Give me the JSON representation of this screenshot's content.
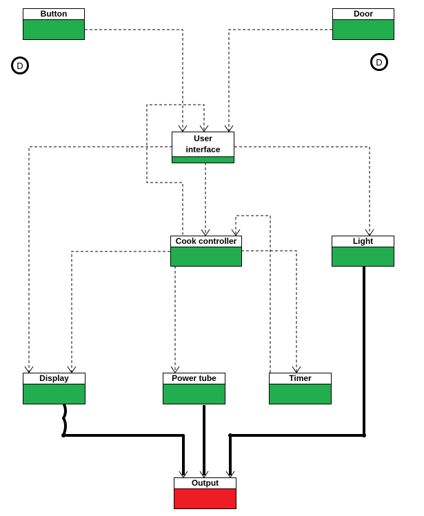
{
  "colors": {
    "ok": "#22ae4e",
    "error": "#ee1c24",
    "line": "#000000"
  },
  "nodes": {
    "button": {
      "label": "Button",
      "status": "ok"
    },
    "door": {
      "label": "Door",
      "status": "ok"
    },
    "user_interface": {
      "label_line1": "User",
      "label_line2": "interface",
      "status": "ok"
    },
    "cook_controller": {
      "label": "Cook controller",
      "status": "ok"
    },
    "light": {
      "label": "Light",
      "status": "ok"
    },
    "display": {
      "label": "Display",
      "status": "ok"
    },
    "power_tube": {
      "label": "Power tube",
      "status": "ok"
    },
    "timer": {
      "label": "Timer",
      "status": "ok"
    },
    "output": {
      "label": "Output",
      "status": "error"
    }
  },
  "markers": {
    "left": "D",
    "right": "D"
  },
  "edges": [
    {
      "from": "button",
      "to": "user_interface",
      "style": "dashed"
    },
    {
      "from": "door",
      "to": "user_interface",
      "style": "dashed"
    },
    {
      "from": "cook_controller",
      "to": "user_interface",
      "style": "dashed"
    },
    {
      "from": "user_interface",
      "to": "display",
      "style": "dashed"
    },
    {
      "from": "user_interface",
      "to": "cook_controller",
      "style": "dashed"
    },
    {
      "from": "user_interface",
      "to": "light",
      "style": "dashed"
    },
    {
      "from": "timer",
      "to": "cook_controller",
      "style": "dashed"
    },
    {
      "from": "cook_controller",
      "to": "display",
      "style": "dashed"
    },
    {
      "from": "cook_controller",
      "to": "power_tube",
      "style": "dashed"
    },
    {
      "from": "cook_controller",
      "to": "timer",
      "style": "dashed"
    },
    {
      "from": "display",
      "to": "output",
      "style": "thick"
    },
    {
      "from": "power_tube",
      "to": "output",
      "style": "thick"
    },
    {
      "from": "light",
      "to": "output",
      "style": "thick"
    }
  ]
}
